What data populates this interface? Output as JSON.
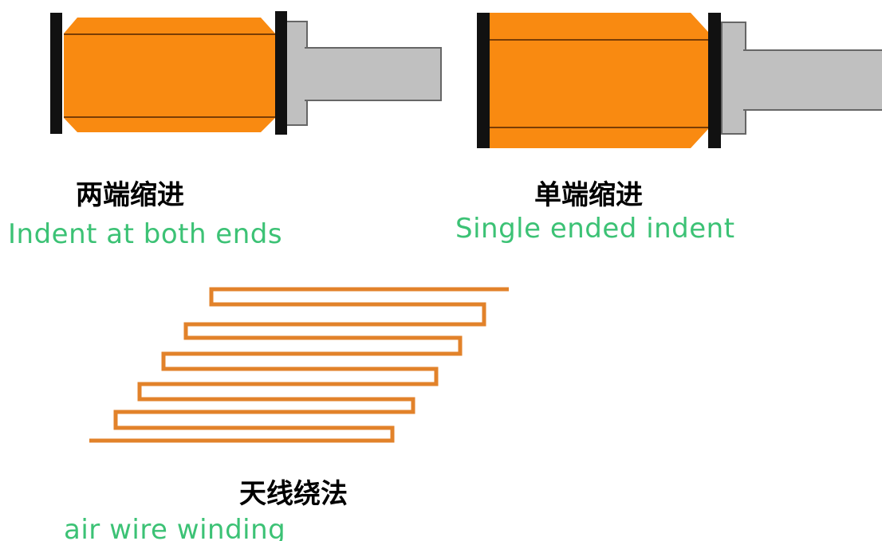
{
  "colors": {
    "core_orange": "#f98a11",
    "core_line": "#7a3d05",
    "plate_black": "#111111",
    "shaft_gray": "#c0c0c0",
    "shaft_outline": "#666666",
    "wire_orange": "#e2822a",
    "caption_green": "#3cc275"
  },
  "figures": {
    "both_ends": {
      "name": "both-ends-indent-coil-icon",
      "caption_cn": "两端缩进",
      "caption_en": "Indent at both ends"
    },
    "single_end": {
      "name": "single-end-indent-coil-icon",
      "caption_cn": "单端缩进",
      "caption_en": "Single ended indent"
    },
    "air_wire": {
      "name": "air-wire-winding-icon",
      "caption_cn": "天线绕法",
      "caption_en": "air wire winding",
      "turns": 6
    }
  }
}
